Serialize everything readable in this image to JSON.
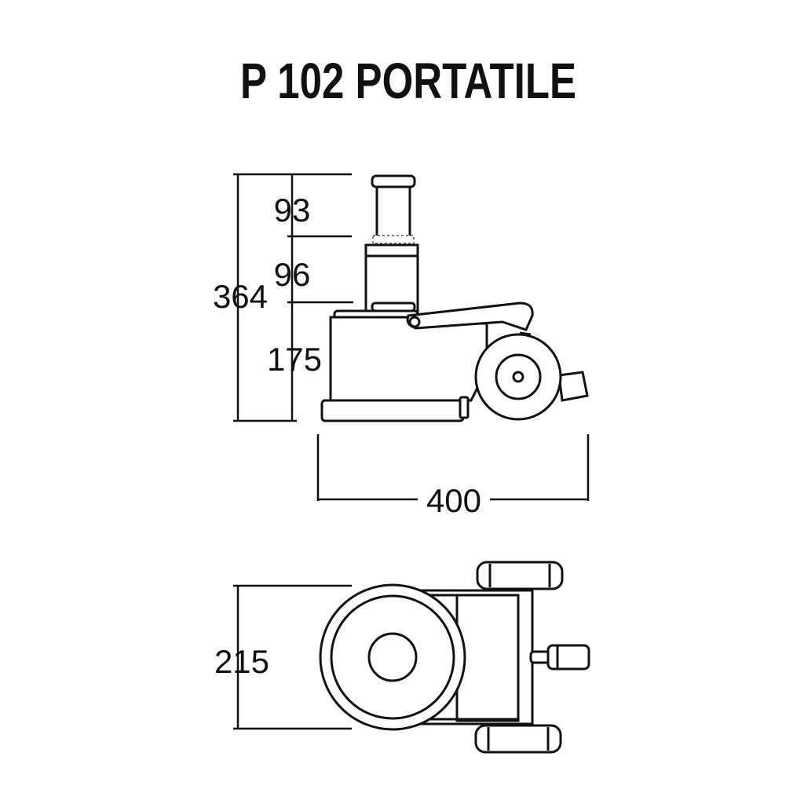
{
  "title": "P 102 PORTATILE",
  "dimensions": {
    "stroke_extension": "93",
    "screw_extension": "96",
    "total_height": "364",
    "min_height": "175",
    "length": "400",
    "width": "215"
  }
}
